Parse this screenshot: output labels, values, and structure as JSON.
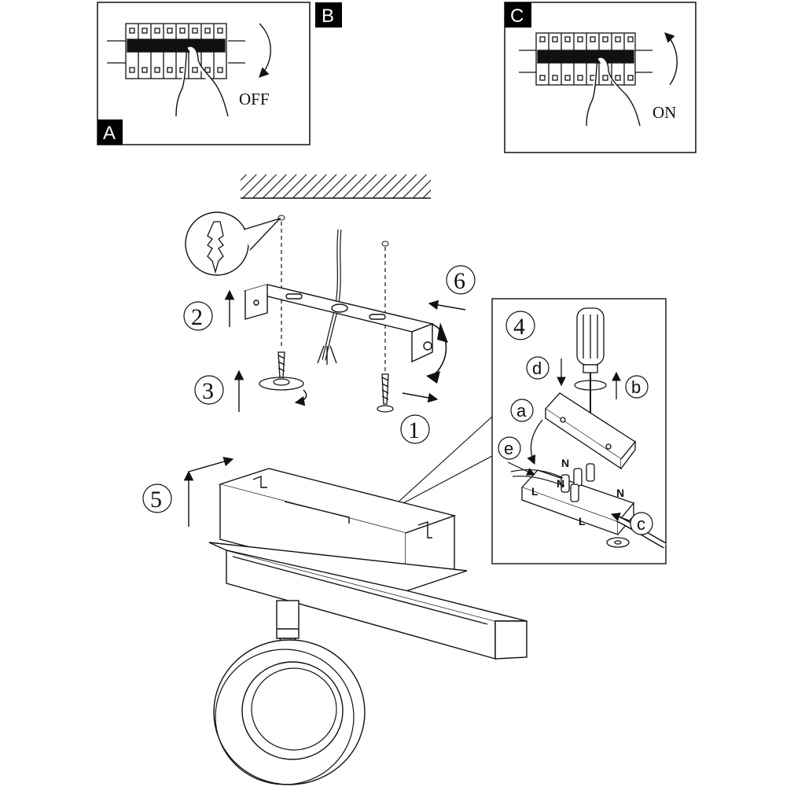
{
  "panels": {
    "a": {
      "tag": "A",
      "state_label": "OFF"
    },
    "b": {
      "tag": "B"
    },
    "c": {
      "tag": "C",
      "state_label": "ON"
    }
  },
  "steps": [
    "1",
    "2",
    "3",
    "4",
    "5",
    "6"
  ],
  "detail_labels": [
    "a",
    "b",
    "c",
    "d",
    "e"
  ],
  "wire_marks": [
    "N",
    "N",
    "N",
    "L",
    "L"
  ],
  "colors": {
    "line": "#111111",
    "tag_bg": "#000000",
    "accent": "#c0504d"
  }
}
